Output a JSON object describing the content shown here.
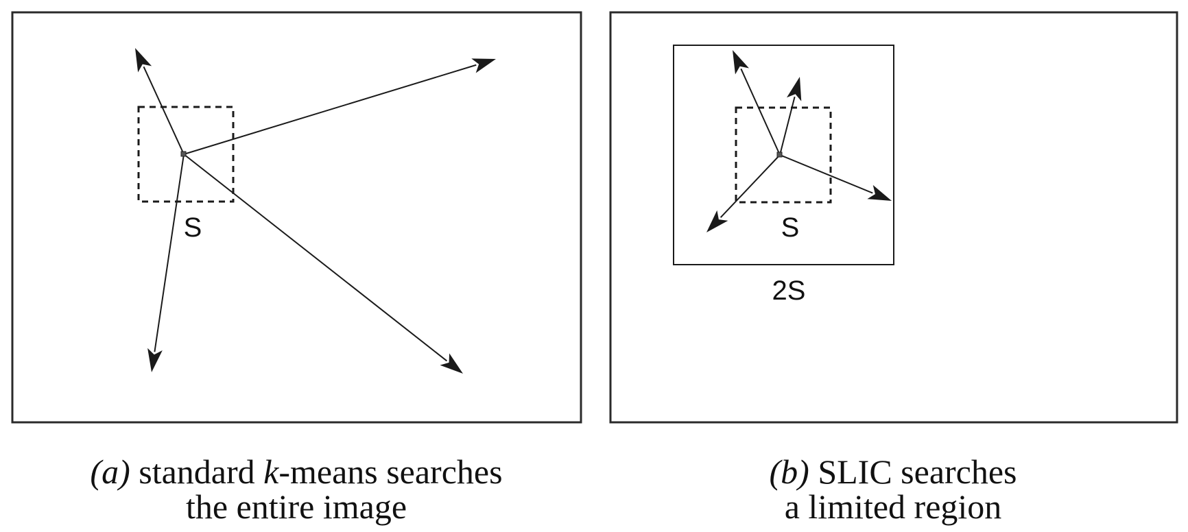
{
  "panels": [
    {
      "id": "a",
      "cell_label": "S",
      "caption": {
        "marker": "(a)",
        "line1_pre": " standard ",
        "line1_var": "k",
        "line1_post": "-means searches",
        "line2": "the entire image"
      }
    },
    {
      "id": "b",
      "cell_label": "S",
      "region_label": "2S",
      "caption": {
        "marker": "(b)",
        "line1_post": " SLIC searches",
        "line2": "a limited region"
      }
    }
  ],
  "icons": {
    "arrow": "arrow-icon",
    "center": "cluster-center-icon"
  }
}
